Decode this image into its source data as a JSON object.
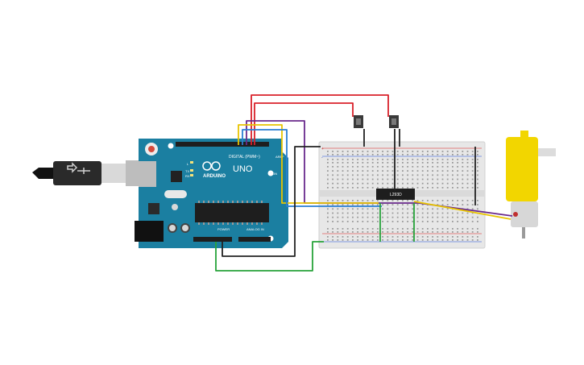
{
  "board": {
    "brand": "ARDUINO",
    "model": "UNO",
    "digital_header": "DIGITAL (PWM~)",
    "power_header": "POWER",
    "analog_header": "ANALOG IN",
    "on_label": "ON",
    "aref_label": "AREF",
    "gnd_label": "GND",
    "tx_label": "TX",
    "rx_label": "RX",
    "l_label": "L"
  },
  "driver_chip": {
    "label": "L293D"
  },
  "breadboard": {
    "plus": "+",
    "minus": "-"
  },
  "colors": {
    "board": "#1b7fa1",
    "breadboard": "#e7e7e7",
    "motor": "#f2d600",
    "wire_red": "#d9202a",
    "wire_black": "#222222",
    "wire_purple": "#6a2a8c",
    "wire_yellow": "#e8c400",
    "wire_blue": "#2b7fd3",
    "wire_green": "#27a33a"
  }
}
